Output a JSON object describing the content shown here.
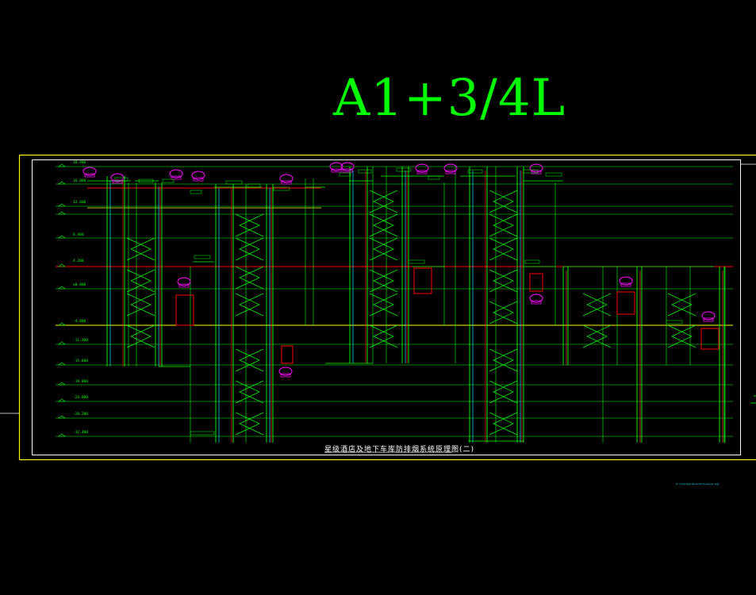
{
  "title": "A1+3/4L",
  "sheet_caption": "星级酒店及地下车库防排烟系统原理图(二)",
  "file_path": "D:\\cad\\dwg\\A1+3/4L\\drawing.dwg",
  "colors": {
    "background": "#000000",
    "title": "#00ff00",
    "frame": "#ffff00",
    "inner_frame": "#ffffff",
    "floor_line": "#00ff00",
    "red_line": "#ff0000",
    "yellow_line": "#ffff00",
    "pipe": "#00ff00",
    "duct": "#00e5ff",
    "fan_symbol": "#ff00ff",
    "equipment_box": "#ff0000"
  },
  "icons": [
    "fan-icon",
    "exhaust-fan-icon",
    "damper-icon"
  ],
  "level_labels": [
    "18.900",
    "16.800",
    "12.600",
    "8.400",
    "4.200",
    "±0.000",
    "-4.800",
    "-11.400",
    "-15.600",
    "-19.800",
    "-24.000",
    "-28.200",
    "-32.400"
  ]
}
